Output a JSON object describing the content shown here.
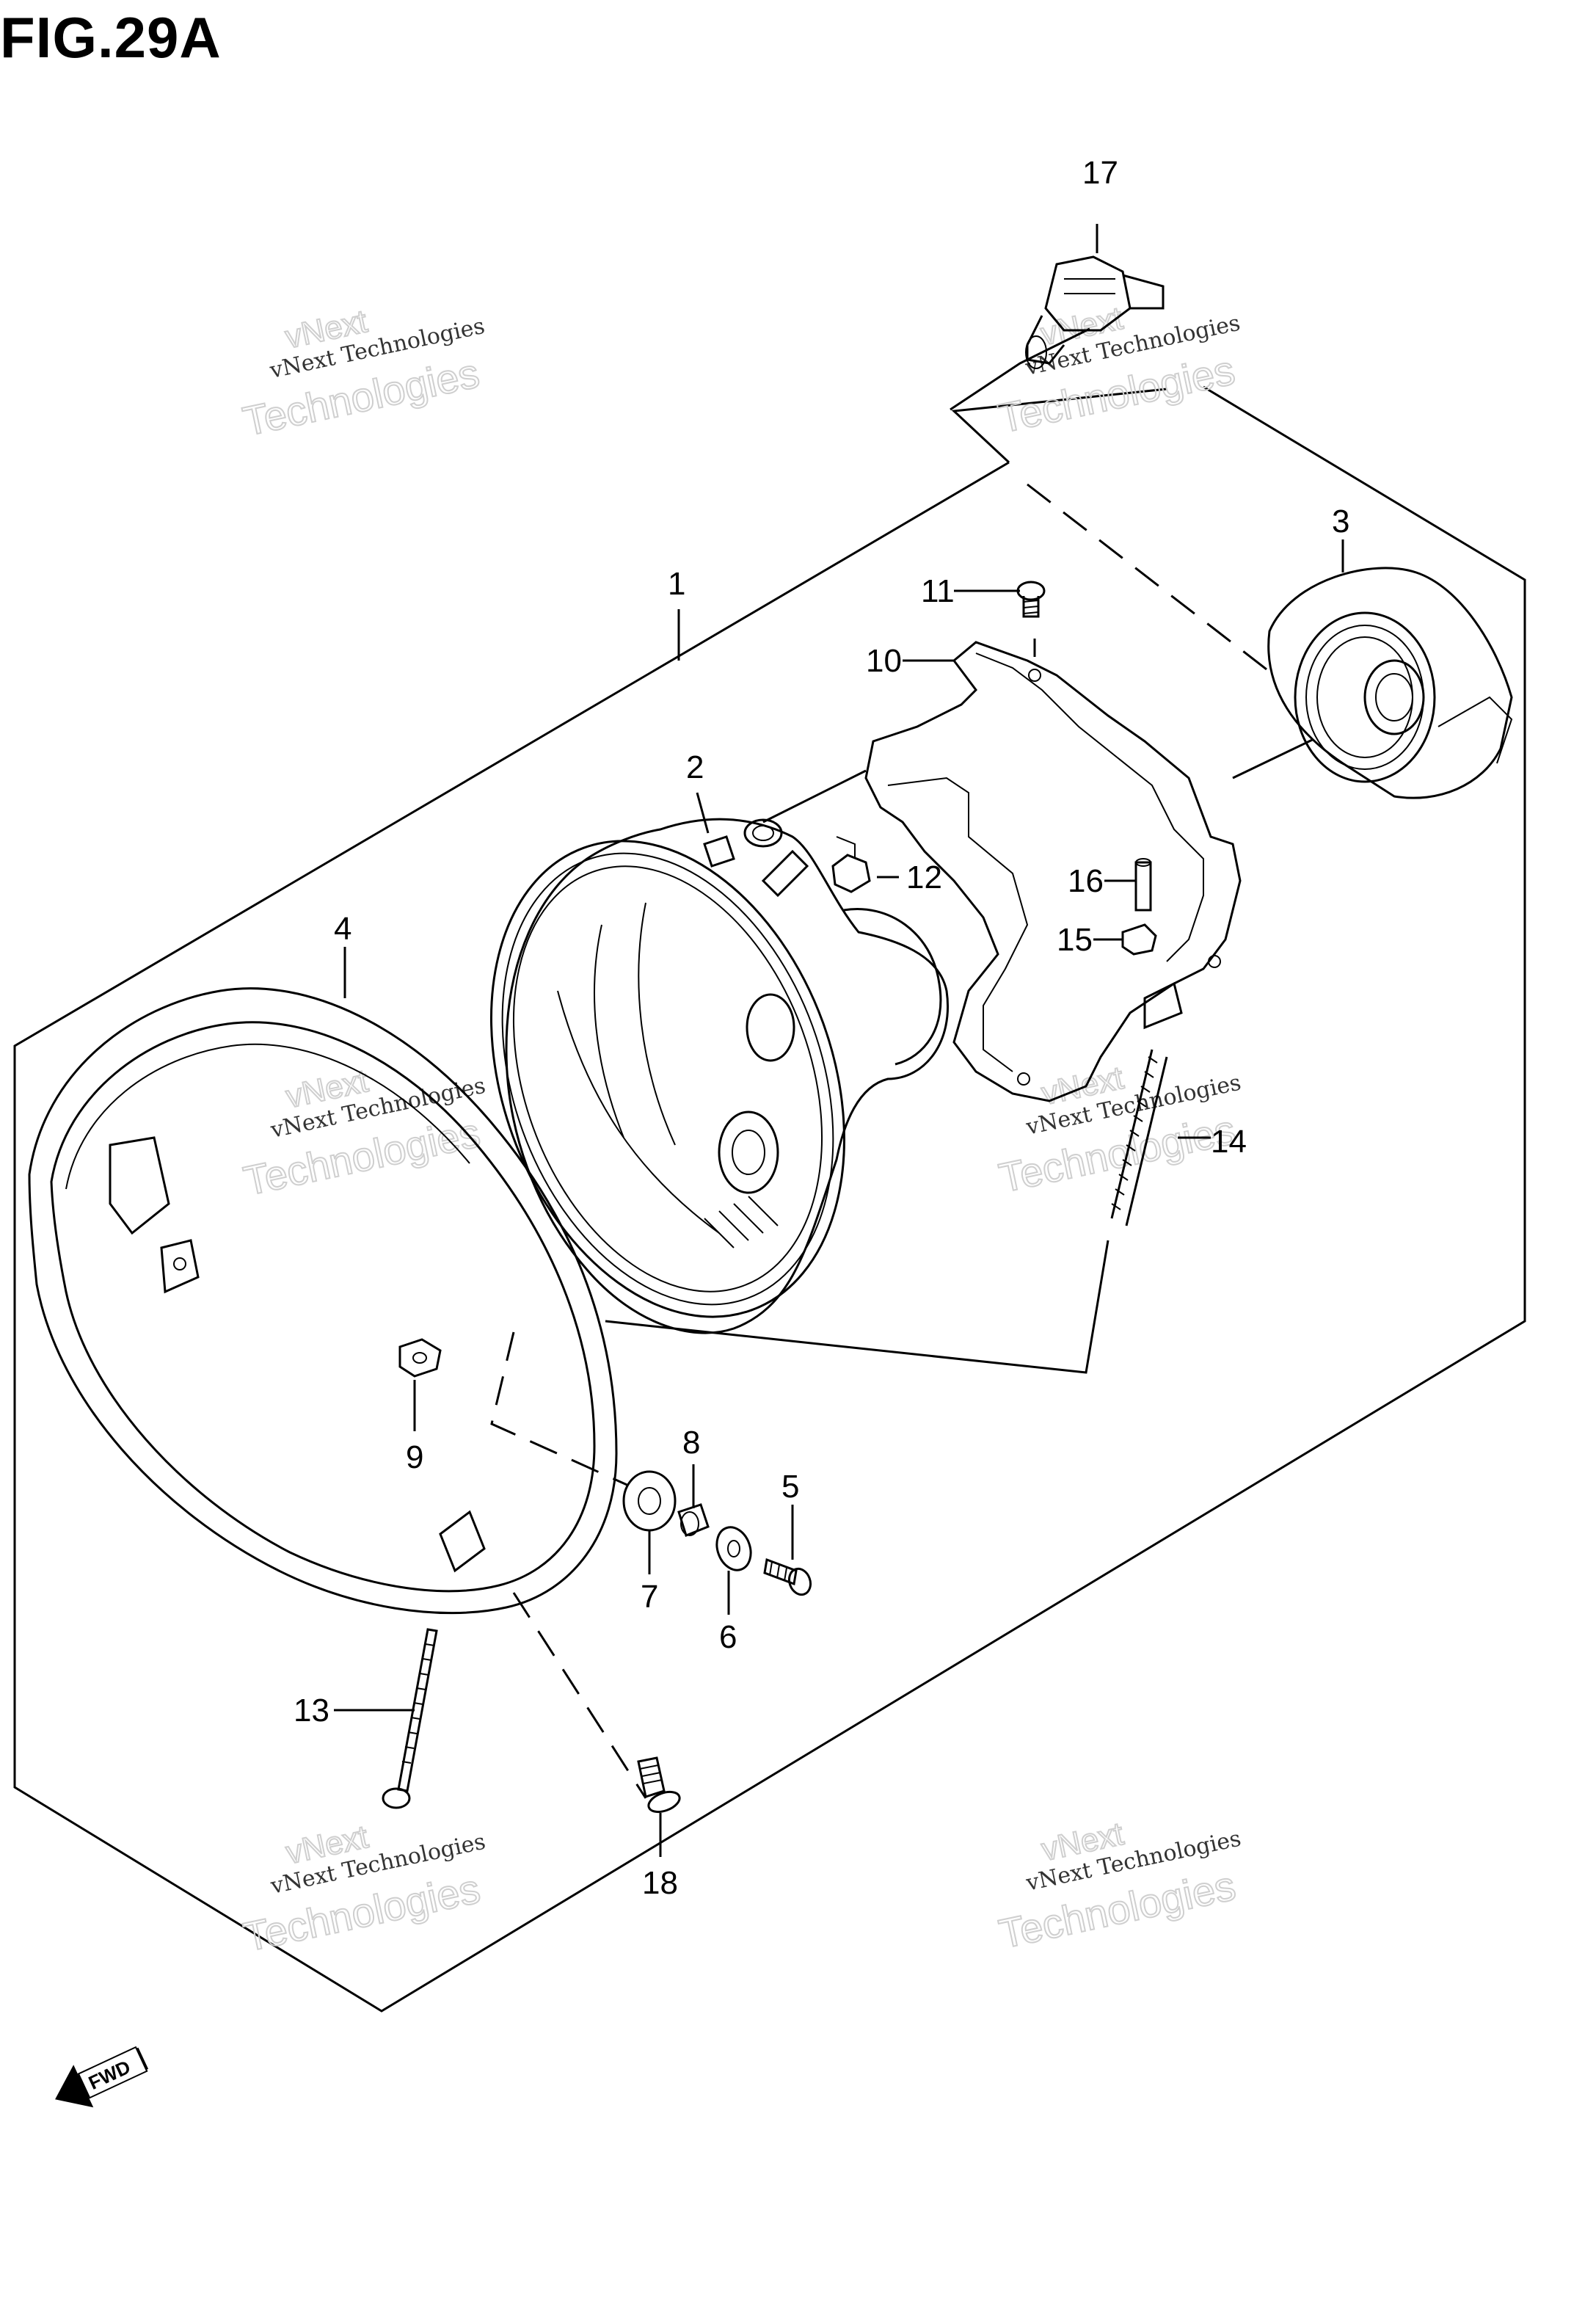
{
  "figure": {
    "title": "FIG.29A"
  },
  "callouts": {
    "c1": "1",
    "c2": "2",
    "c3": "3",
    "c4": "4",
    "c5": "5",
    "c6": "6",
    "c7": "7",
    "c8": "8",
    "c9": "9",
    "c10": "10",
    "c11": "11",
    "c12": "12",
    "c13": "13",
    "c14": "14",
    "c15": "15",
    "c16": "16",
    "c17": "17",
    "c18": "18"
  },
  "watermark": {
    "line1": "vNext",
    "line2": "vNext Technologies",
    "line3": "Technologies"
  },
  "fwd_label": "FWD",
  "colors": {
    "ink": "#000000",
    "background": "#ffffff",
    "watermark": "#cfcfcf"
  }
}
